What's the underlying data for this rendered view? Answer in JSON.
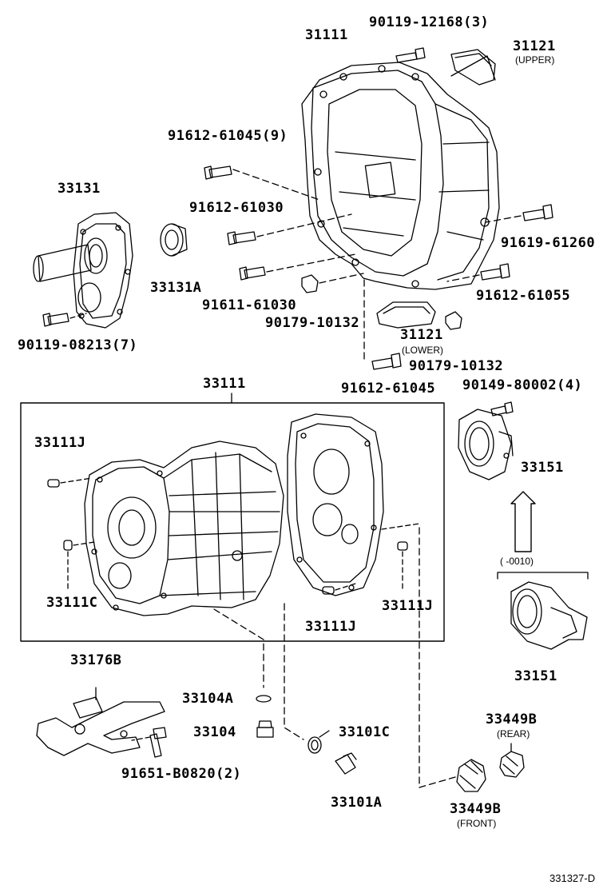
{
  "labels": {
    "p31111": "31111",
    "p90119_12168": "90119-12168(3)",
    "p31121_upper": "31121",
    "p31121_upper_note": "(UPPER)",
    "p91612_61045_9": "91612-61045(9)",
    "p33131": "33131",
    "p91612_61030": "91612-61030",
    "p91619_61260": "91619-61260",
    "p33131a": "33131A",
    "p91611_61030": "91611-61030",
    "p91612_61055": "91612-61055",
    "p90179_10132_a": "90179-10132",
    "p31121_lower": "31121",
    "p31121_lower_note": "(LOWER)",
    "p90119_08213": "90119-08213(7)",
    "p90179_10132_b": "90179-10132",
    "p91612_61045": "91612-61045",
    "p33111": "33111",
    "p90149_80002": "90149-80002(4)",
    "p33111j_a": "33111J",
    "p33151_a": "33151",
    "p33111c": "33111C",
    "p33111j_b": "33111J",
    "p33111j_c": "33111J",
    "p33151_b": "33151",
    "range_note": "(       -0010)",
    "p33176b": "33176B",
    "p33104a": "33104A",
    "p33104": "33104",
    "p33101c": "33101C",
    "p33449b_rear": "33449B",
    "p33449b_rear_note": "(REAR)",
    "p91651_b0820": "91651-B0820(2)",
    "p33101a": "33101A",
    "p33449b_front": "33449B",
    "p33449b_front_note": "(FRONT)",
    "drawing_code": "331327-D"
  }
}
